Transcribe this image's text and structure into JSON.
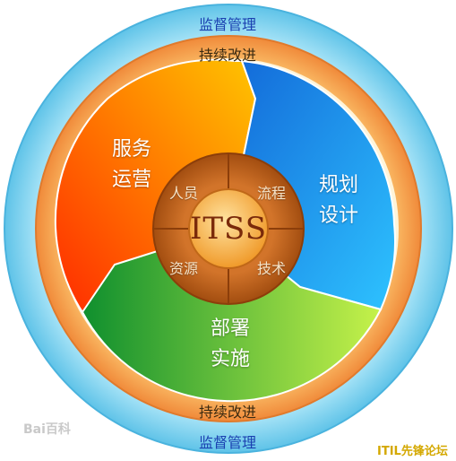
{
  "diagram": {
    "outer_ring_top": "监督管理",
    "outer_ring_bottom": "监督管理",
    "inner_ring_top": "持续改进",
    "inner_ring_bottom": "持续改进",
    "sector_operate": [
      "服务",
      "运营"
    ],
    "sector_design": [
      "规划",
      "设计"
    ],
    "sector_deploy": [
      "部署",
      "实施"
    ],
    "hub_people": "人员",
    "hub_process": "流程",
    "hub_resources": "资源",
    "hub_technology": "技术",
    "center": "ITSS"
  },
  "watermark": "Bai百科",
  "corner_label": "ITIL先锋论坛",
  "colors": {
    "outer_ring": "#7dd3f0",
    "inner_ring": "#f4a64a",
    "operate": "#ff6a00",
    "design": "#1e9cf0",
    "deploy": "#3cb83c",
    "hub": "#c0641c",
    "center": "#f3a23a"
  }
}
